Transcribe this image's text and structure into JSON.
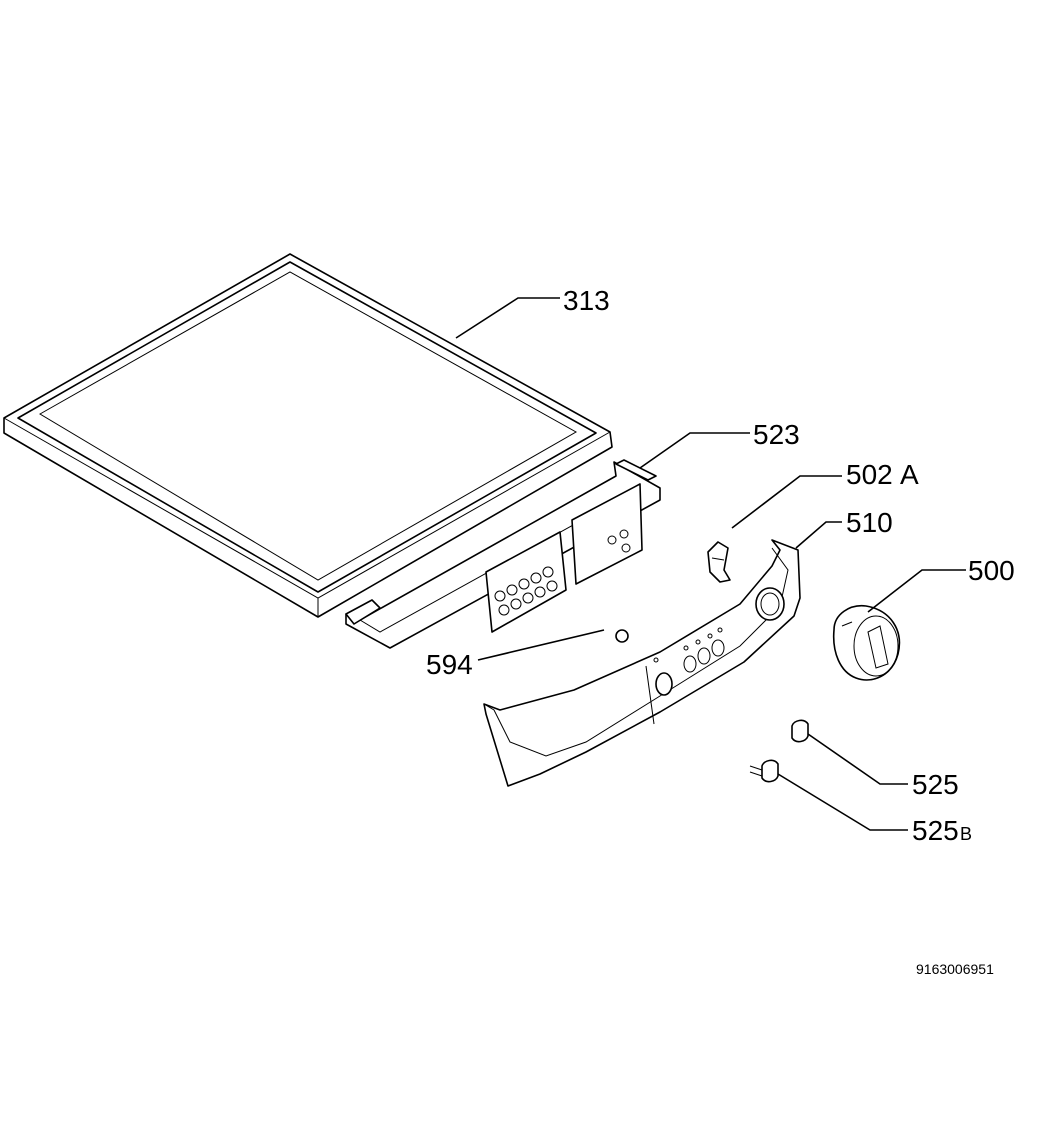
{
  "callouts": [
    {
      "id": "313",
      "text": "313"
    },
    {
      "id": "523",
      "text": "523"
    },
    {
      "id": "502a",
      "text": "502",
      "suffix": "A"
    },
    {
      "id": "510",
      "text": "510"
    },
    {
      "id": "500",
      "text": "500"
    },
    {
      "id": "594",
      "text": "594"
    },
    {
      "id": "525",
      "text": "525"
    },
    {
      "id": "525b",
      "text": "525",
      "suffix": "B"
    }
  ],
  "drawing_number": "9163006951"
}
